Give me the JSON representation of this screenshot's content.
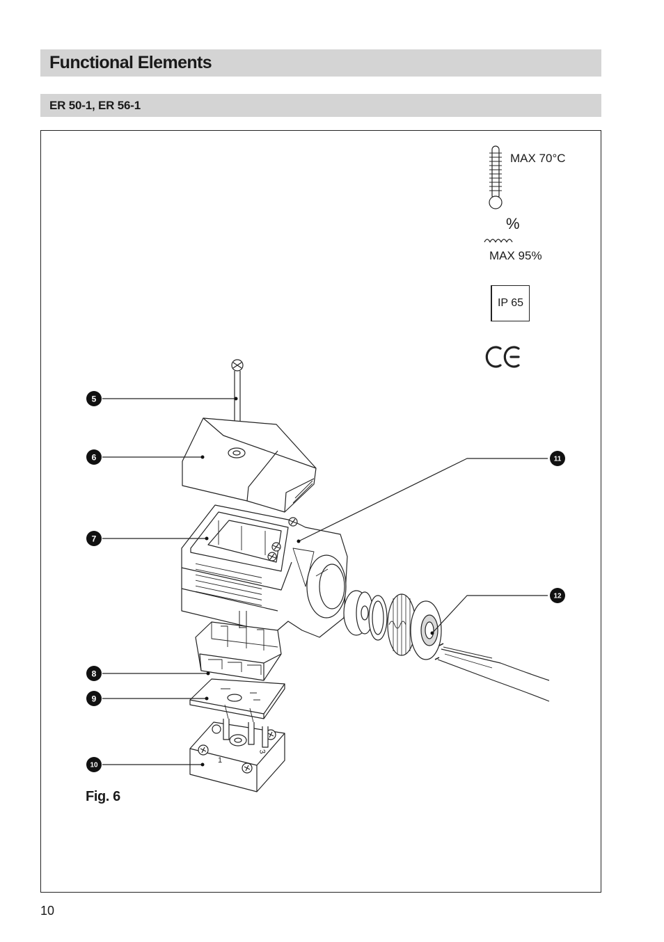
{
  "header": {
    "title": "Functional Elements",
    "subtitle": "ER 50-1, ER 56-1"
  },
  "symbols": {
    "temperature_label": "MAX 70°C",
    "humidity_glyph": "%",
    "humidity_label": "MAX 95%",
    "ip_rating": "IP 65",
    "ce_mark": "CE"
  },
  "figure": {
    "label": "Fig. 6",
    "callouts": [
      "5",
      "6",
      "7",
      "8",
      "9",
      "10",
      "11",
      "12"
    ],
    "pin_labels": [
      "1",
      "3"
    ]
  },
  "footer": {
    "page_number": "10"
  }
}
